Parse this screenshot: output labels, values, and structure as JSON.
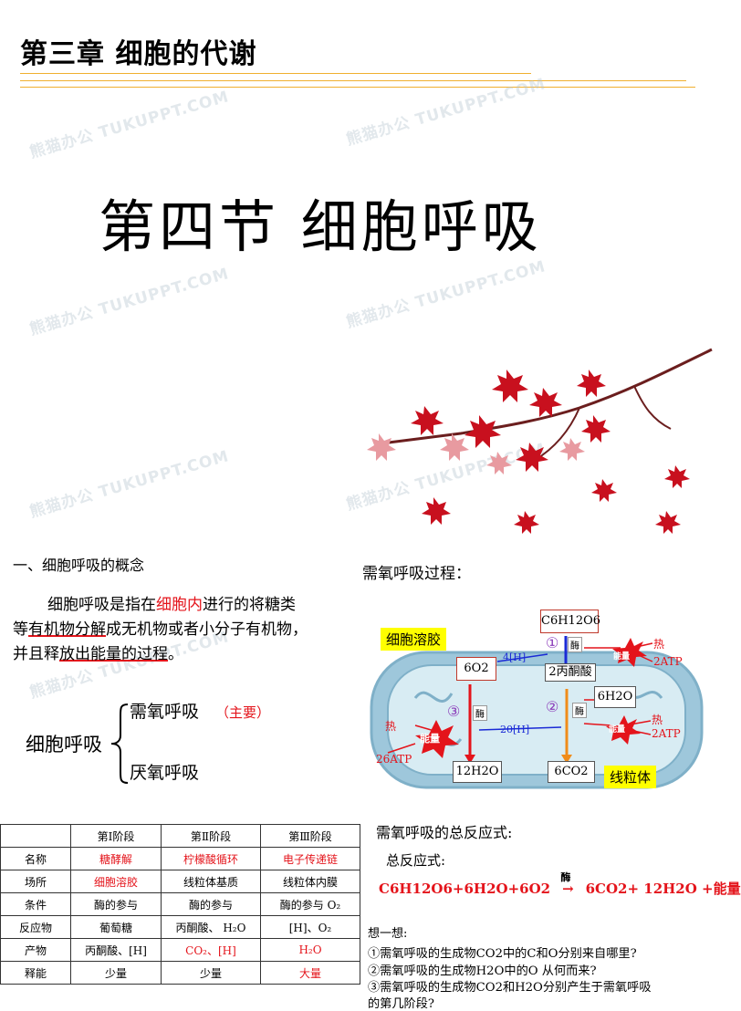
{
  "chapter_title": "第三章 细胞的代谢",
  "section_title": "第四节  细胞呼吸",
  "watermark": "熊猫办公 TUKUPPT.COM",
  "concept": {
    "heading": "一、细胞呼吸的概念",
    "p1_a": "细胞呼吸是指在",
    "p1_red": "细胞内",
    "p1_b": "进行的将糖类",
    "p2_a": "等",
    "p2_ul": "有机物分解",
    "p2_b": "成无机物或者小分子有机物，",
    "p3_a": "并且释",
    "p3_ul": "放出能量的过程",
    "p3_b": "。",
    "brace_word": "细胞呼吸",
    "aerobic": "需氧呼吸",
    "main_note": "（主要）",
    "anaerobic": "厌氧呼吸"
  },
  "stage_table": {
    "headers": [
      "",
      "第Ⅰ阶段",
      "第Ⅱ阶段",
      "第Ⅲ阶段"
    ],
    "rows": [
      [
        "名称",
        "糖酵解",
        "柠檬酸循环",
        "电子传递链"
      ],
      [
        "场所",
        "细胞溶胶",
        "线粒体基质",
        "线粒体内膜"
      ],
      [
        "条件",
        "酶的参与",
        "酶的参与",
        "酶的参与 O₂"
      ],
      [
        "反应物",
        "葡萄糖",
        "丙酮酸、 H₂O",
        "[H]、O₂"
      ],
      [
        "产物",
        "丙酮酸、[H]",
        "CO₂、[H]",
        "H₂O"
      ],
      [
        "释能",
        "少量",
        "少量",
        "大量"
      ]
    ]
  },
  "process": {
    "heading": "需氧呼吸过程：",
    "glucose": "C6H12O6",
    "cytosol": "细胞溶胶",
    "pyruvate": "2丙酮酸",
    "o2": "6O2",
    "h2o_in": "6H2O",
    "h2o_out": "12H2O",
    "co2": "6CO2",
    "mito": "线粒体",
    "h4": "4[H]",
    "h20": "20[H]",
    "enzyme": "酶",
    "energy": "能量",
    "heat": "热",
    "atp2a": "2ATP",
    "atp2b": "2ATP",
    "atp26": "26ATP",
    "step1": "①",
    "step2": "②",
    "step3": "③"
  },
  "total": {
    "heading": "需氧呼吸的总反应式:",
    "sub": "总反应式:",
    "left": "C6H12O6+6H2O+6O2",
    "enzyme": "酶",
    "right": "6CO2+ 12H2O +能量"
  },
  "think": {
    "heading": "想一想:",
    "q1": "①需氧呼吸的生成物CO2中的C和O分别来自哪里?",
    "q2": "②需氧呼吸的生成物H2O中的O 从何而来?",
    "q3": "③需氧呼吸的生成物CO2和H2O分别产生于需氧呼吸",
    "q3b": "的第几阶段?"
  },
  "colors": {
    "red": "#e4141b",
    "rule": "#f0b030",
    "mito_fill": "#b9d8e6",
    "yellow": "#ffff00"
  }
}
